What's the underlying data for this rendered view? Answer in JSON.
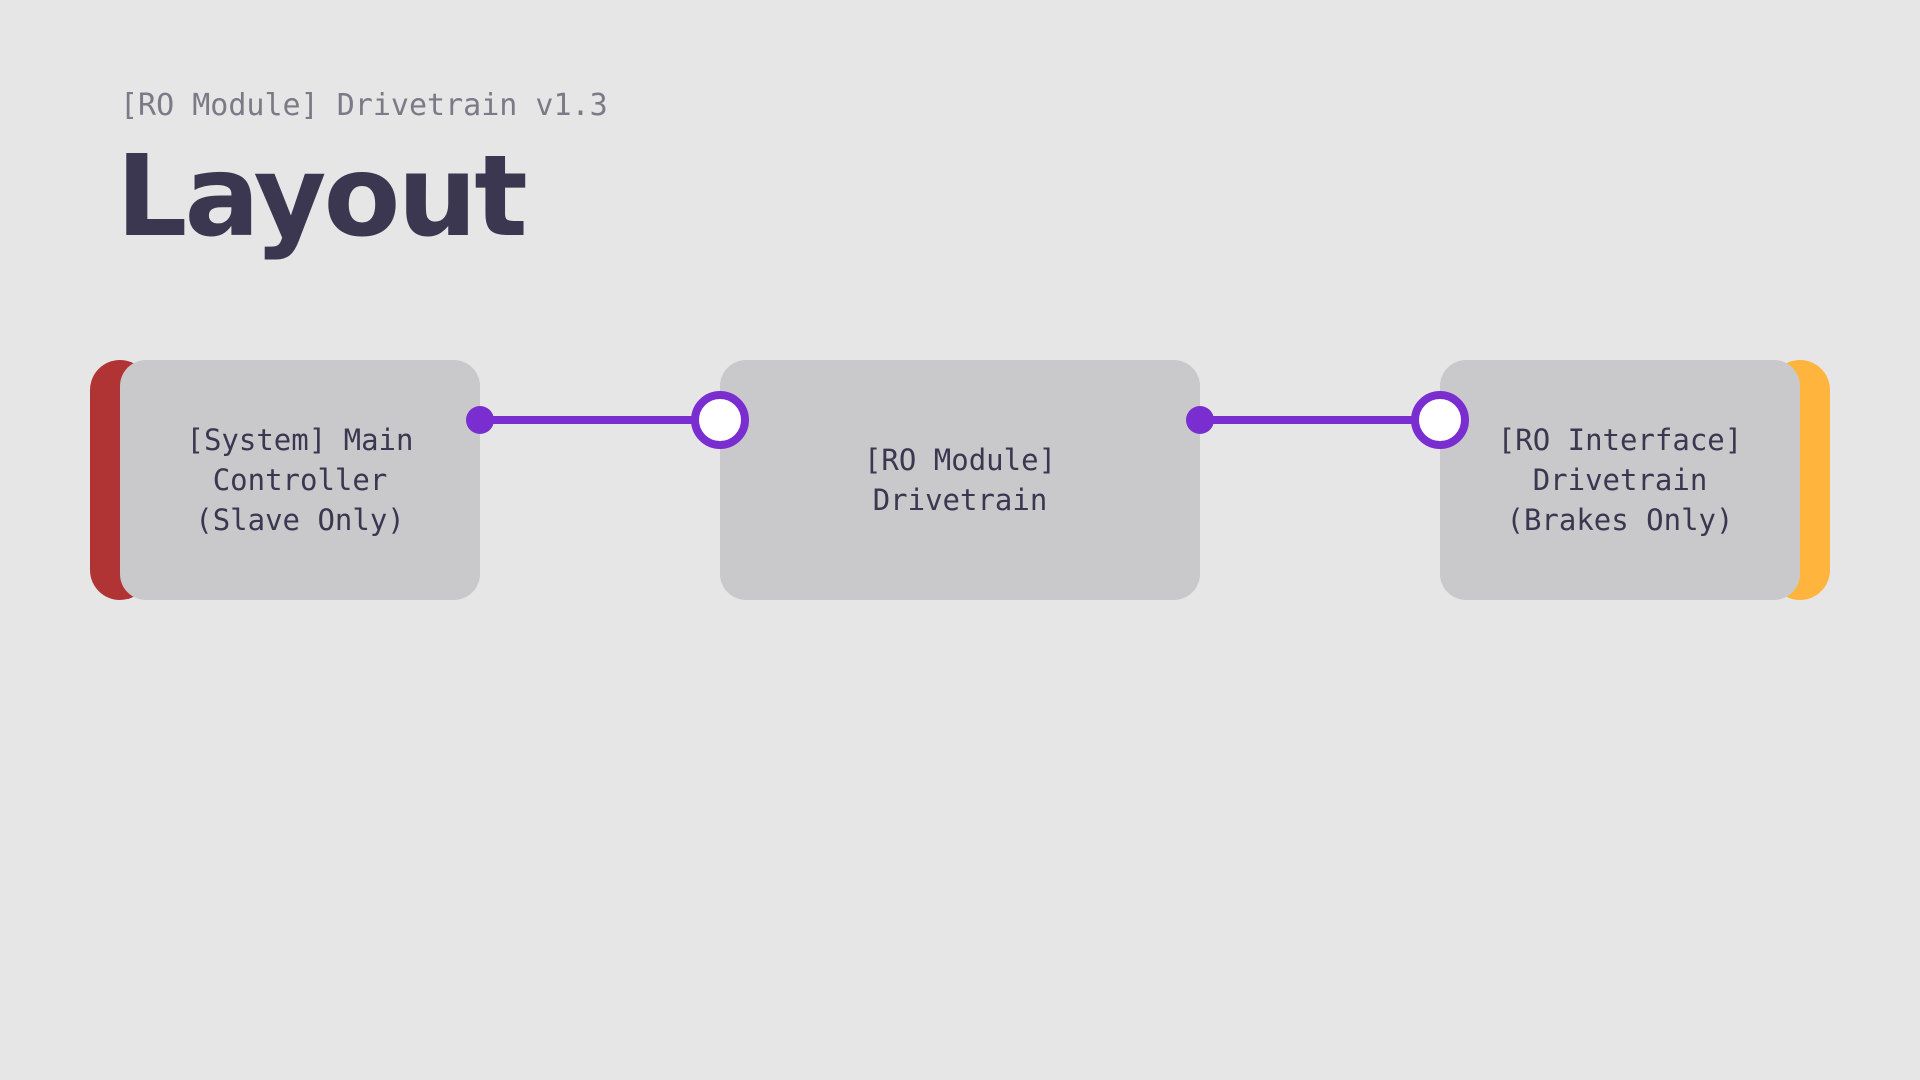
{
  "header": {
    "subtitle": "[RO Module] Drivetrain v1.3",
    "title": "Layout"
  },
  "diagram": {
    "nodes": [
      {
        "id": "system-main-controller",
        "label": "[System] Main\nController\n(Slave Only)",
        "accent_color": "#b03434",
        "accent_side": "left"
      },
      {
        "id": "ro-module-drivetrain",
        "label": "[RO Module]\nDrivetrain",
        "accent_color": null,
        "accent_side": null
      },
      {
        "id": "ro-interface-drivetrain",
        "label": "[RO Interface]\nDrivetrain\n(Brakes Only)",
        "accent_color": "#ffb53d",
        "accent_side": "right"
      }
    ],
    "edges": [
      {
        "from": "system-main-controller",
        "to": "ro-module-drivetrain"
      },
      {
        "from": "ro-module-drivetrain",
        "to": "ro-interface-drivetrain"
      }
    ],
    "connector_color": "#7a2ed0",
    "node_fill": "#c9c9cb",
    "background": "#e6e6e6"
  }
}
